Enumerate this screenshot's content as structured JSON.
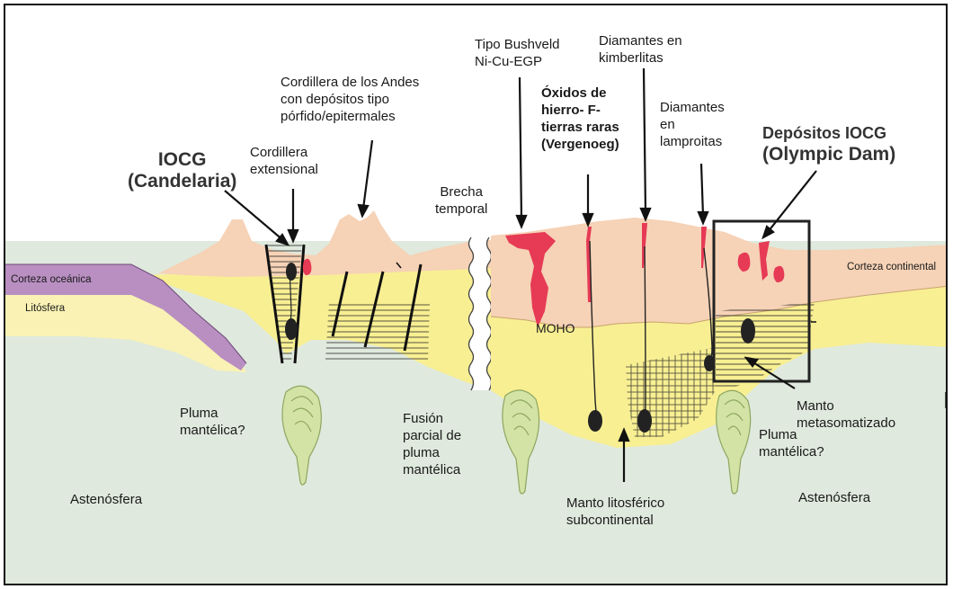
{
  "labels": {
    "iocg_candelaria": [
      "IOCG",
      "(Candelaria)"
    ],
    "cordillera_extensional": [
      "Cordillera",
      "extensional"
    ],
    "cordillera_andes": [
      "Cordillera de los Andes",
      "con depósitos tipo",
      "pórfido/epitermales"
    ],
    "brecha_temporal": [
      "Brecha",
      "temporal"
    ],
    "tipo_bushveld": [
      "Tipo Bushveld",
      "Ni-Cu-EGP"
    ],
    "oxidos_hierro": [
      "Óxidos de",
      "hierro- F-",
      "tierras raras",
      "(Vergenoeg)"
    ],
    "diamantes_kimberlitas": [
      "Diamantes en",
      "kimberlitas"
    ],
    "diamantes_lamproitas": [
      "Diamantes",
      "en",
      "lamproitas"
    ],
    "depositos_iocg": [
      "Depósitos IOCG",
      "(Olympic Dam)"
    ],
    "corteza_oceanica": "Corteza oceánica",
    "litosfera": "Litósfera",
    "corteza_continental": "Corteza continental",
    "moho": "MOHO",
    "pluma_left": [
      "Pluma",
      "mantélica?"
    ],
    "fusion_parcial": [
      "Fusión",
      "parcial de",
      "pluma",
      "mantélica"
    ],
    "pluma_right": [
      "Pluma",
      "mantélica?"
    ],
    "manto_metasomatizado": [
      "Manto",
      "metasomatizado"
    ],
    "manto_litosferico": [
      "Manto litosférico",
      "subcontinental"
    ],
    "astenosfera_left": "Astenósfera",
    "astenosfera_right": "Astenósfera"
  },
  "colors": {
    "asthenosphere": "#dfe9dd",
    "crust": "#f6d2b6",
    "lithosphere": "#f8ef93",
    "oceanic_crust": "#b98fc2",
    "oceanic_lithosphere": "#f9f2b4",
    "intrusion": "#e63a55",
    "plume": "#d3e3a5"
  }
}
